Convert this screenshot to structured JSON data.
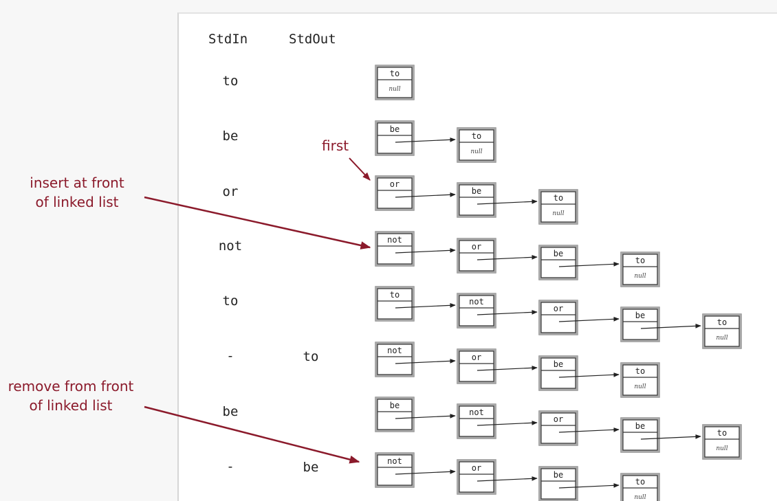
{
  "headers": {
    "stdin": "StdIn",
    "stdout": "StdOut"
  },
  "rows": [
    {
      "stdin": "to",
      "stdout": "",
      "list": [
        "to"
      ]
    },
    {
      "stdin": "be",
      "stdout": "",
      "list": [
        "be",
        "to"
      ]
    },
    {
      "stdin": "or",
      "stdout": "",
      "list": [
        "or",
        "be",
        "to"
      ]
    },
    {
      "stdin": "not",
      "stdout": "",
      "list": [
        "not",
        "or",
        "be",
        "to"
      ]
    },
    {
      "stdin": "to",
      "stdout": "",
      "list": [
        "to",
        "not",
        "or",
        "be",
        "to"
      ]
    },
    {
      "stdin": "-",
      "stdout": "to",
      "list": [
        "not",
        "or",
        "be",
        "to"
      ]
    },
    {
      "stdin": "be",
      "stdout": "",
      "list": [
        "be",
        "not",
        "or",
        "be",
        "to"
      ]
    },
    {
      "stdin": "-",
      "stdout": "be",
      "list": [
        "not",
        "or",
        "be",
        "to"
      ]
    }
  ],
  "null_label": "null",
  "annotations": {
    "first": "first",
    "insert": [
      "insert at front",
      "of linked list"
    ],
    "remove": [
      "remove from front",
      "of linked list"
    ]
  },
  "colors": {
    "accent": "#8b1a2b",
    "node_border": "#a9a9a9",
    "node_fill": "#ffffff",
    "text": "#222222",
    "pointer": "#222222"
  }
}
